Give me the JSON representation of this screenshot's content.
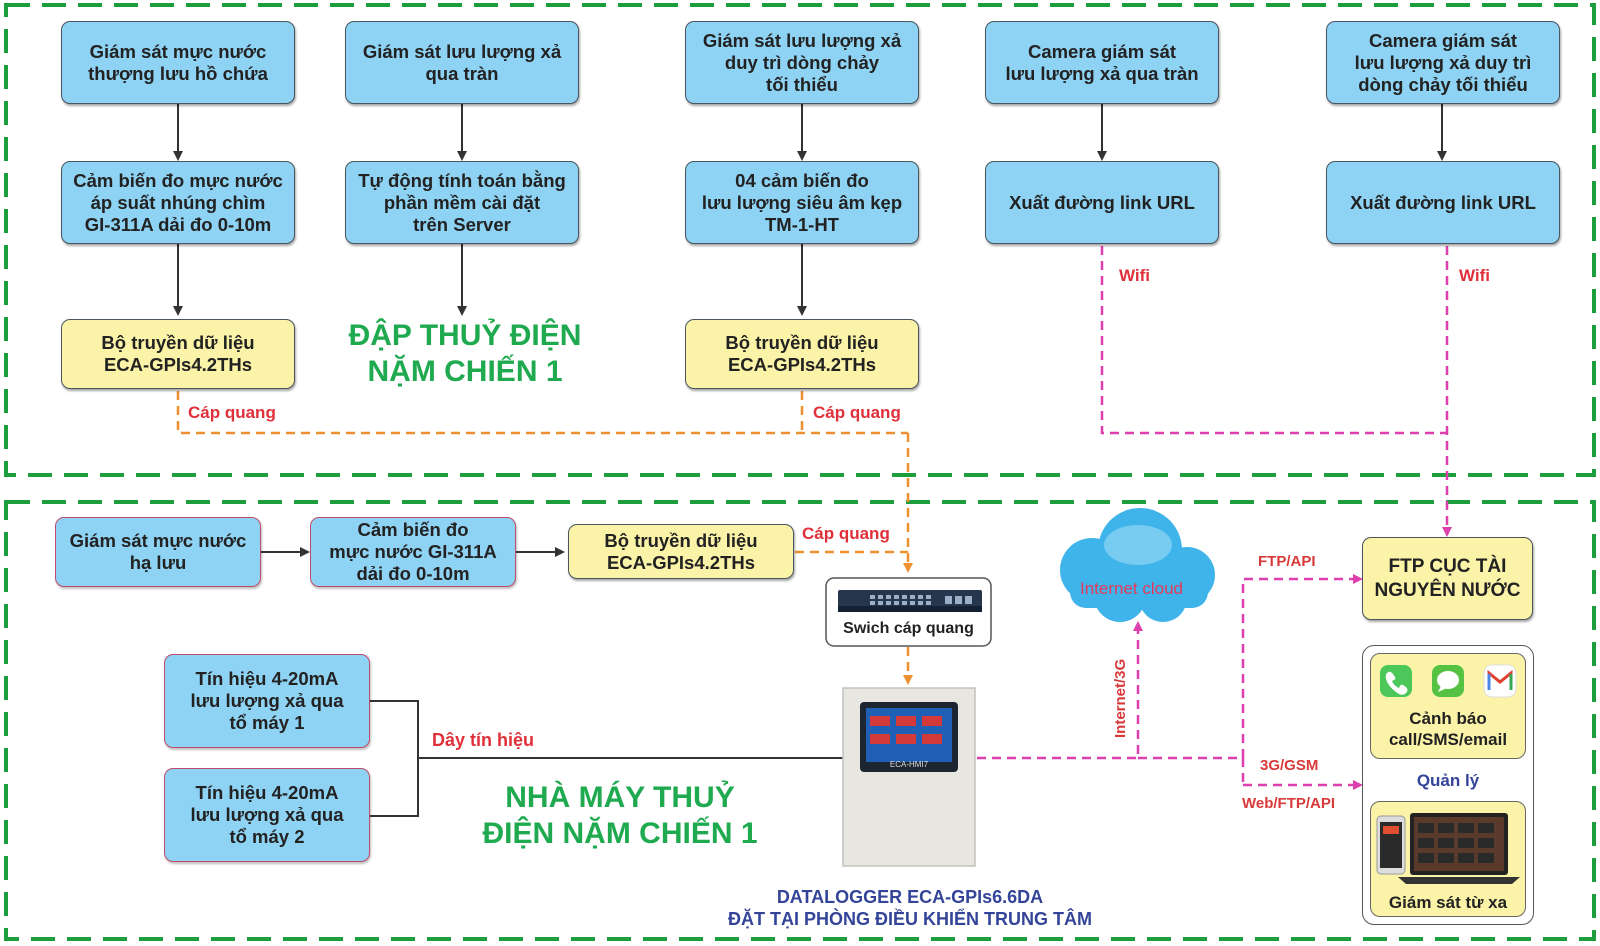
{
  "dam": {
    "title": "ĐẬP THUỶ ĐIỆN\nNẶM CHIẾN 1",
    "col1": {
      "top": "Giám sát mực nước\nthượng lưu hồ chứa",
      "mid": "Cảm biến đo mực nước\náp suất nhúng chìm\nGI-311A dải đo 0-10m",
      "bottom": "Bộ truyền dữ liệu\nECA-GPIs4.2THs",
      "link_label": "Cáp quang"
    },
    "col2": {
      "top": "Giám sát lưu lượng xả\nqua tràn",
      "mid": "Tự động tính toán bằng\nphần mềm cài đặt\ntrên Server"
    },
    "col3": {
      "top": "Giám sát lưu lượng xả\nduy trì dòng chảy\ntối thiểu",
      "mid": "04 cảm biến đo\nlưu lượng siêu âm kẹp\nTM-1-HT",
      "bottom": "Bộ truyền dữ liệu\nECA-GPIs4.2THs",
      "link_label": "Cáp quang"
    },
    "col4": {
      "top": "Camera giám sát\nlưu lượng xả qua tràn",
      "mid": "Xuất đường link URL",
      "link_label": "Wifi"
    },
    "col5": {
      "top": "Camera giám sát\nlưu lượng xả duy trì\ndòng chảy tối thiểu",
      "mid": "Xuất đường link URL",
      "link_label": "Wifi"
    }
  },
  "plant": {
    "title": "NHÀ MÁY THUỶ\nĐIỆN NẶM CHIẾN 1",
    "downstream": {
      "monitor": "Giám sát mực nước\nhạ lưu",
      "sensor": "Cảm biến đo\nmực nước GI-311A\ndải đo 0-10m",
      "transmitter": "Bộ truyền dữ liệu\nECA-GPIs4.2THs",
      "link_label": "Cáp quang"
    },
    "signal1": "Tín hiệu 4-20mA\nlưu lượng xả qua\ntổ máy 1",
    "signal2": "Tín hiệu 4-20mA\nlưu lượng xả qua\ntổ máy 2",
    "signal_wire_label": "Dây tín hiệu",
    "switch_label": "Swich cáp quang",
    "datalogger_screen_label": "ECA-HMI7",
    "datalogger_caption": "DATALOGGER ECA-GPIs6.6DA\nĐẶT TẠI PHÒNG ĐIỀU KHIỂN TRUNG TÂM",
    "cloud_label": "Internet cloud",
    "internet_label": "Internet/3G",
    "ftp_api_label": "FTP/API",
    "gsm_label": "3G/GSM",
    "web_label": "Web/FTP/API",
    "ftp_box": "FTP CỤC TÀI\nNGUYÊN NƯỚC",
    "alert_label": "Cảnh báo\ncall/SMS/email",
    "manage_label": "Quản lý",
    "remote_label": "Giám sát từ xa"
  },
  "icons": [
    "phone-icon",
    "sms-icon",
    "gmail-icon",
    "network-switch-icon",
    "datalogger-cabinet",
    "cloud-icon",
    "laptop-icon",
    "smartphone-icon"
  ],
  "colors": {
    "section_border": "#1c9e3d",
    "fiber_line": "#ee9030",
    "wireless_line": "#de3fae",
    "box_blue": "#8fd3f4",
    "box_yellow": "#fbf3a8",
    "title_green": "#1faa4f",
    "label_red": "#e0303a"
  }
}
